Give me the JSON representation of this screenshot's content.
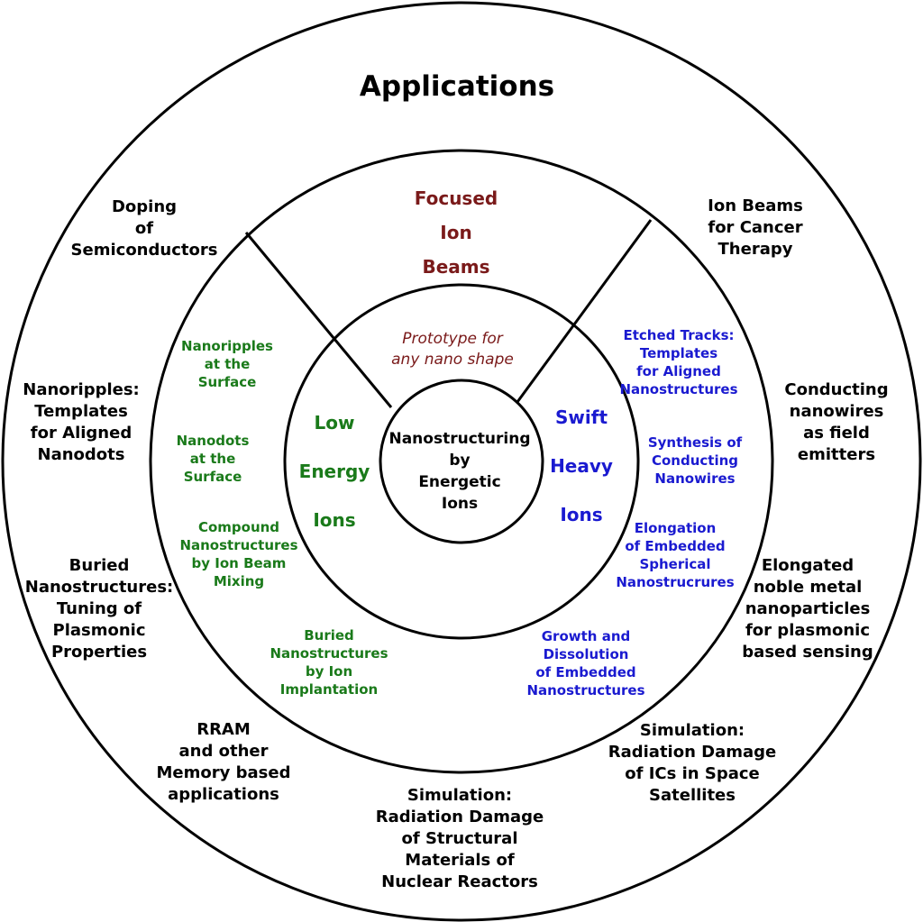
{
  "title": "Applications",
  "core": "Nanostructuring\nby\nEnergetic\nIons",
  "sectors": {
    "focused": "Focused\nIon\nBeams",
    "focused_note": "Prototype for\nany nano shape",
    "low": "Low\nEnergy\nIons",
    "swift": "Swift\nHeavy\nIons"
  },
  "low_energy_items": [
    "Nanoripples\nat the\nSurface",
    "Nanodots\nat the\nSurface",
    "Compound\nNanostructures\nby Ion Beam\nMixing",
    "Buried\nNanostructures\nby Ion\nImplantation"
  ],
  "swift_items": [
    "Etched Tracks:\nTemplates\nfor Aligned\nNanostructures",
    "Synthesis of\nConducting\nNanowires",
    "Elongation\nof Embedded\nSpherical\nNanostrucrures",
    "Growth and\nDissolution\nof Embedded\nNanostructures"
  ],
  "applications": [
    "Doping\nof\nSemiconductors",
    "Ion Beams\nfor Cancer\nTherapy",
    "Nanoripples:\nTemplates\nfor Aligned\nNanodots",
    "Conducting\nnanowires\nas field\nemitters",
    "Buried\nNanostructures:\nTuning of\nPlasmonic\nProperties",
    "Elongated\nnoble metal\nnanoparticles\nfor plasmonic\nbased sensing",
    "RRAM\nand other\nMemory based\napplications",
    "Simulation:\nRadiation Damage\nof ICs in Space\nSatellites",
    "Simulation:\nRadiation Damage\nof Structural\nMaterials of\nNuclear Reactors"
  ]
}
